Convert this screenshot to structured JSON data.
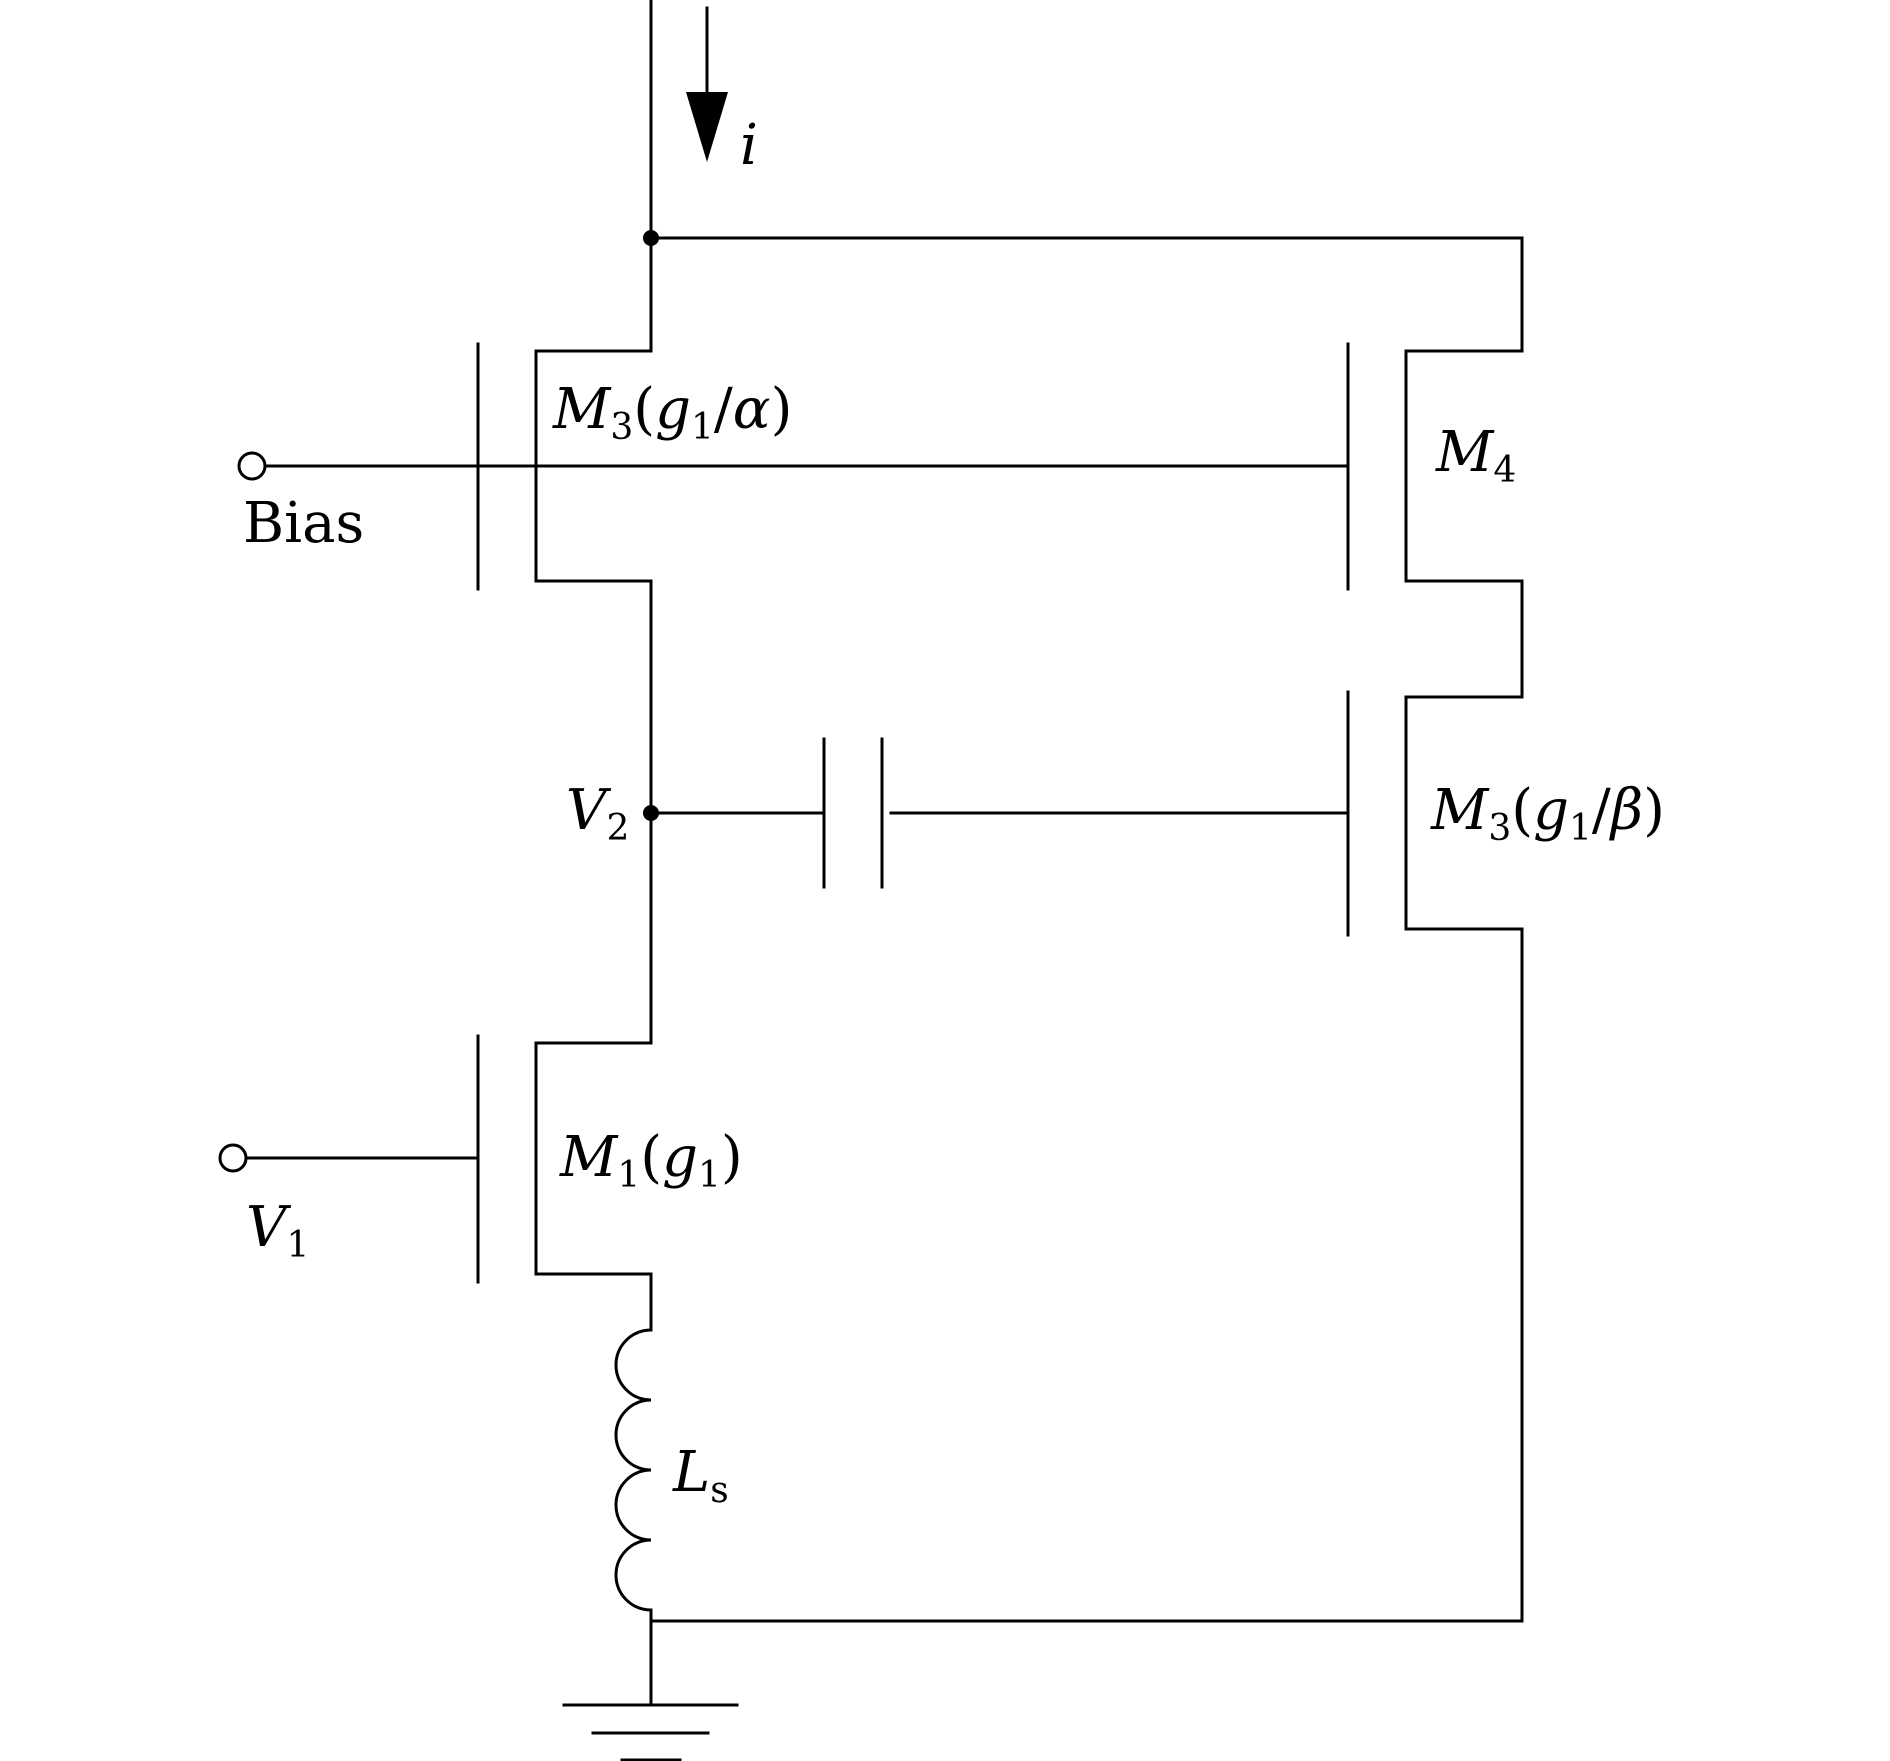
{
  "labels": {
    "current": "i",
    "bias": "Bias",
    "v1_sym": "V",
    "v1_sub": "1",
    "v2_sym": "V",
    "v2_sub": "2",
    "m3a_sym": "M",
    "m3a_sub": "3",
    "m3a_open": "(",
    "m3a_g": "g",
    "m3a_gsub": "1",
    "m3a_slash": "/",
    "m3a_param": "α",
    "m3a_close": ")",
    "m4_sym": "M",
    "m4_sub": "4",
    "m3b_sym": "M",
    "m3b_sub": "3",
    "m3b_open": "(",
    "m3b_g": "g",
    "m3b_gsub": "1",
    "m3b_slash": "/",
    "m3b_param": "β",
    "m3b_close": ")",
    "m1_sym": "M",
    "m1_sub": "1",
    "m1_open": "(",
    "m1_g": "g",
    "m1_gsub": "1",
    "m1_close": ")",
    "ls_sym": "L",
    "ls_sub": "s"
  },
  "colors": {
    "line": "#000000",
    "background": "#ffffff"
  }
}
